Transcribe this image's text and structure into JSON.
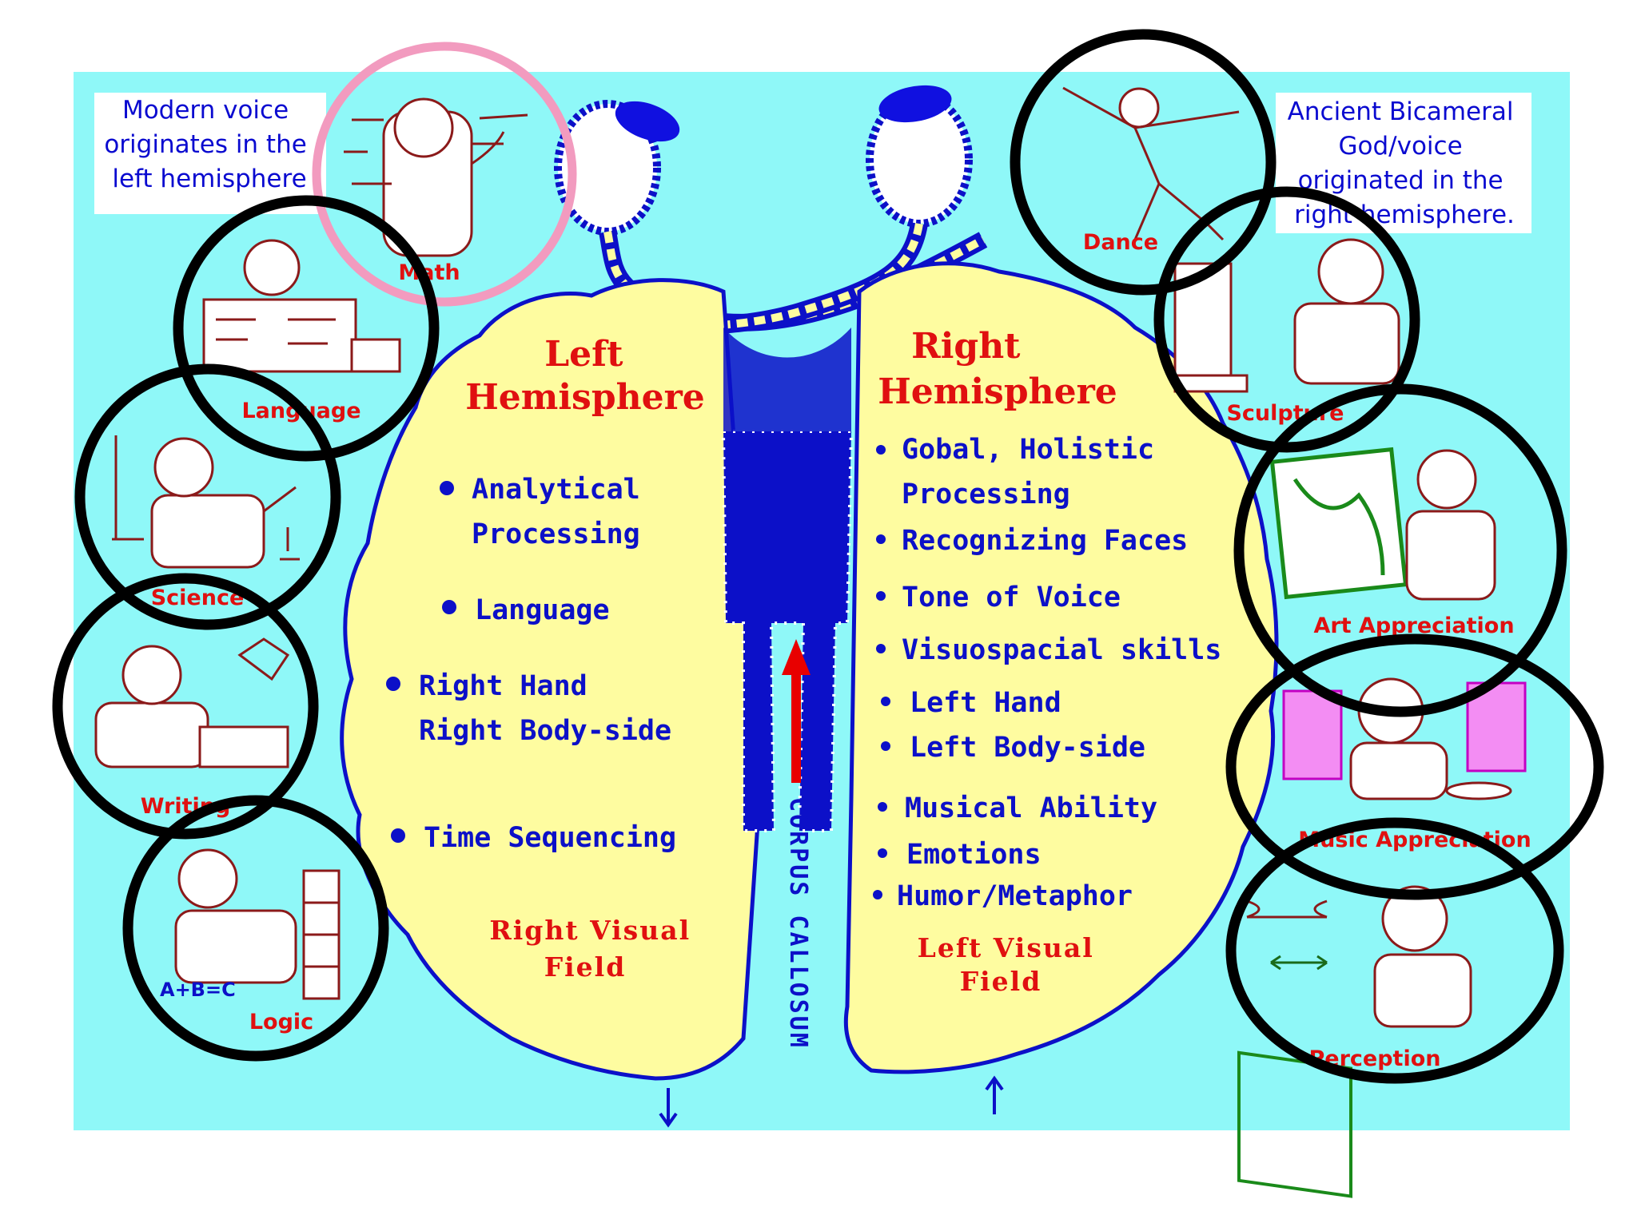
{
  "notes": {
    "left": [
      "Modern voice",
      "originates in the",
      "left hemisphere"
    ],
    "right": [
      "Ancient Bicameral",
      "God/voice",
      "originated in the",
      "right hemisphere."
    ]
  },
  "left_hemisphere": {
    "title": [
      "Left",
      "Hemisphere"
    ],
    "functions": [
      [
        "Analytical",
        "Processing"
      ],
      [
        "Language"
      ],
      [
        "Right Hand",
        "Right Body-side"
      ],
      [
        "Time Sequencing"
      ]
    ],
    "visual_field": [
      "Right Visual",
      "Field"
    ]
  },
  "right_hemisphere": {
    "title": [
      "Right",
      "Hemisphere"
    ],
    "functions": [
      [
        "Gobal, Holistic",
        "Processing"
      ],
      [
        "Recognizing Faces"
      ],
      [
        "Tone of Voice"
      ],
      [
        "Visuospacial skills"
      ],
      [
        "Left Hand"
      ],
      [
        "Left Body-side"
      ],
      [
        "Musical Ability"
      ],
      [
        "Emotions"
      ],
      [
        "Humor/Metaphor"
      ]
    ],
    "visual_field": [
      "Left Visual",
      "Field"
    ]
  },
  "corpus_callosum": "CORPUS CALLOSUM",
  "left_activities": [
    "Math",
    "Language",
    "Science",
    "Writing",
    "Logic"
  ],
  "right_activities": [
    "Dance",
    "Sculpture",
    "Art Appreciation",
    "Music Appreciation",
    "Perception"
  ],
  "logic_formula": "A+B=C",
  "colors": {
    "background": "#8ff8f8",
    "hemisphere_fill": "#fefca0",
    "outline": "#0c10c8",
    "red_text": "#e01010",
    "figure_line": "#8b1a1a",
    "ring": "#000000",
    "math_ring": "#f29bbf"
  },
  "icons": [
    "eye-icon",
    "arrow-up-icon",
    "arrow-down-icon"
  ]
}
